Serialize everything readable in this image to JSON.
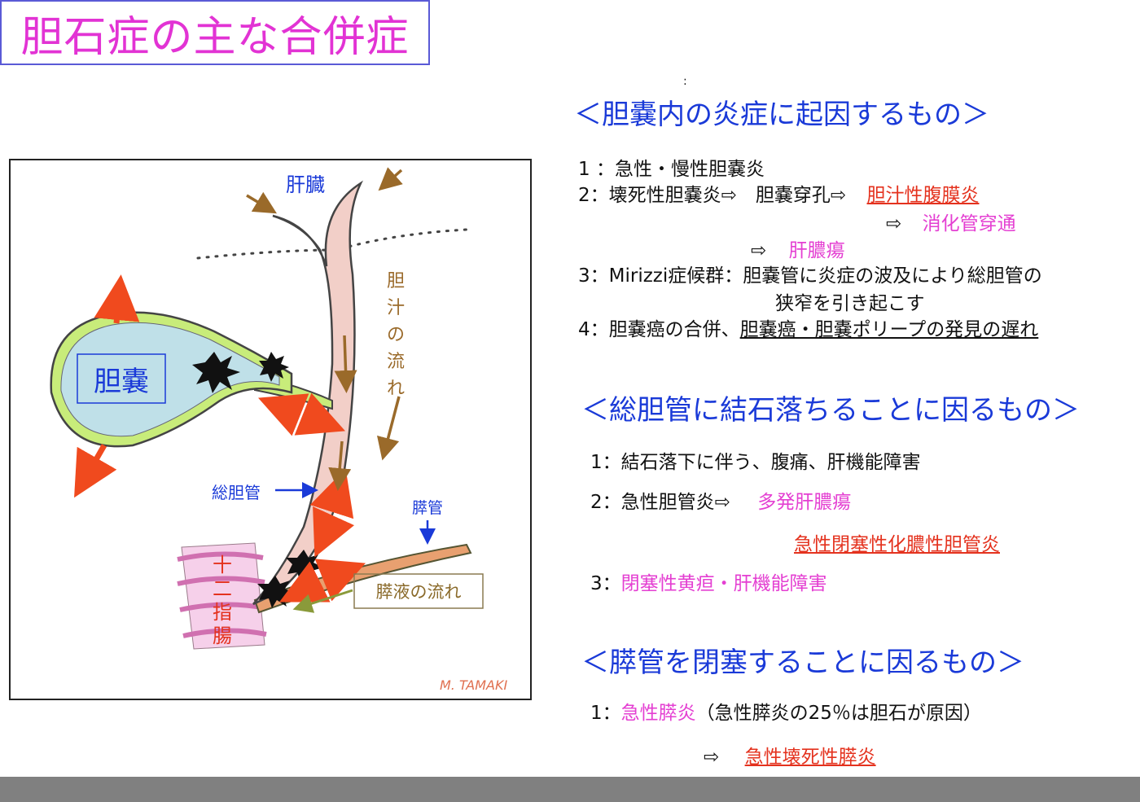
{
  "title": "胆石症の主な合併症",
  "colon_mark": ":",
  "section1": {
    "heading": "＜胆嚢内の炎症に起因するもの＞",
    "item1": "1 ：急性・慢性胆嚢炎",
    "item2_prefix": "2：壊死性胆嚢炎⇨　胆嚢穿孔⇨",
    "item2_result": "胆汁性腹膜炎",
    "item2b_arrow": "⇨",
    "item2b_result": "消化管穿通",
    "item2c_arrow": "⇨",
    "item2c_result": "肝膿瘍",
    "item3_line1": "3：Mirizzi症候群：胆嚢管に炎症の波及により総胆管の",
    "item3_line2": "狭窄を引き起こす",
    "item4_prefix": "4：胆嚢癌の合併、",
    "item4_underlined": "胆嚢癌・胆嚢ポリープの発見の遅れ"
  },
  "section2": {
    "heading": "＜総胆管に結石落ちることに因るもの＞",
    "item1": "1：結石落下に伴う、腹痛、肝機能障害",
    "item2_prefix": "2：急性胆管炎⇨",
    "item2_result": "多発肝膿瘍",
    "item2b_result": "急性閉塞性化膿性胆管炎",
    "item3_prefix": "3：",
    "item3_result": "閉塞性黄疸・肝機能障害"
  },
  "section3": {
    "heading": "＜膵管を閉塞することに因るもの＞",
    "item1_prefix": "1：",
    "item1_pink": "急性膵炎",
    "item1_rest": "（急性膵炎の25％は胆石が原因）",
    "item2_arrow": "⇨",
    "item2_result": "急性壊死性膵炎"
  },
  "diagram": {
    "liver_label": "肝臓",
    "gallbladder_label": "胆嚢",
    "bile_flow_label": "胆汁の流れ",
    "cbd_label": "総胆管",
    "pancreatic_duct_label": "膵管",
    "pancreatic_flow_label": "膵液の流れ",
    "duodenum_label": "十二指腸",
    "signature": "M. TAMAKI"
  },
  "colors": {
    "title": "#e233d4",
    "section_heading": "#1a3ad8",
    "pink_text": "#e43fd2",
    "red_text": "#e4321e",
    "arrow_red": "#f04a1e",
    "arrow_brown": "#9a6a2a",
    "bile_fluid": "#bfe0e8",
    "gallbladder_wall": "#c8ec7a",
    "duct_pink": "#f2cfc8"
  }
}
